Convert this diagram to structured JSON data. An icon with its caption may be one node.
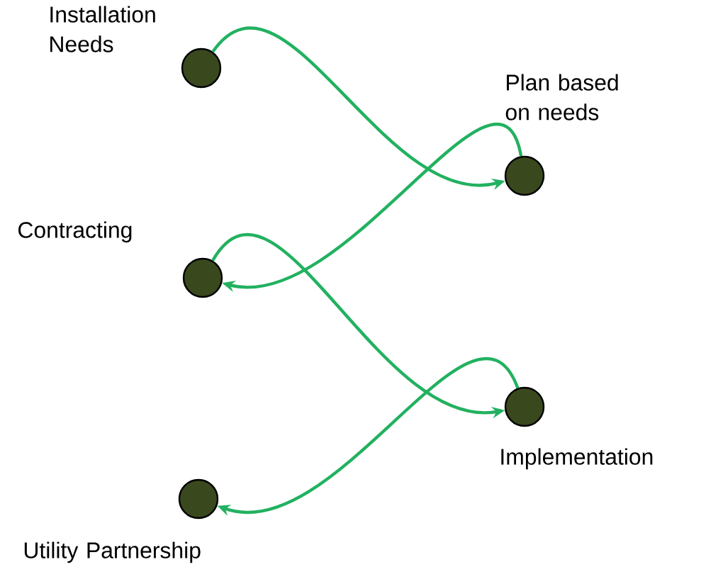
{
  "diagram": {
    "nodes": [
      {
        "text": [
          "Installation Needs"
        ]
      },
      {
        "text": [
          "Plan based on needs"
        ]
      },
      {
        "text": [
          "Contracting"
        ]
      },
      {
        "text": [
          "Implementation"
        ]
      },
      {
        "text": [
          "Utility Partnership"
        ]
      }
    ],
    "edges": [
      {
        "from": 0,
        "to": 1,
        "arrow": "to"
      },
      {
        "from": 1,
        "to": 2,
        "arrow": "to"
      },
      {
        "from": 2,
        "to": 3,
        "arrow": "to"
      },
      {
        "from": 3,
        "to": 4,
        "arrow": "to"
      }
    ]
  }
}
